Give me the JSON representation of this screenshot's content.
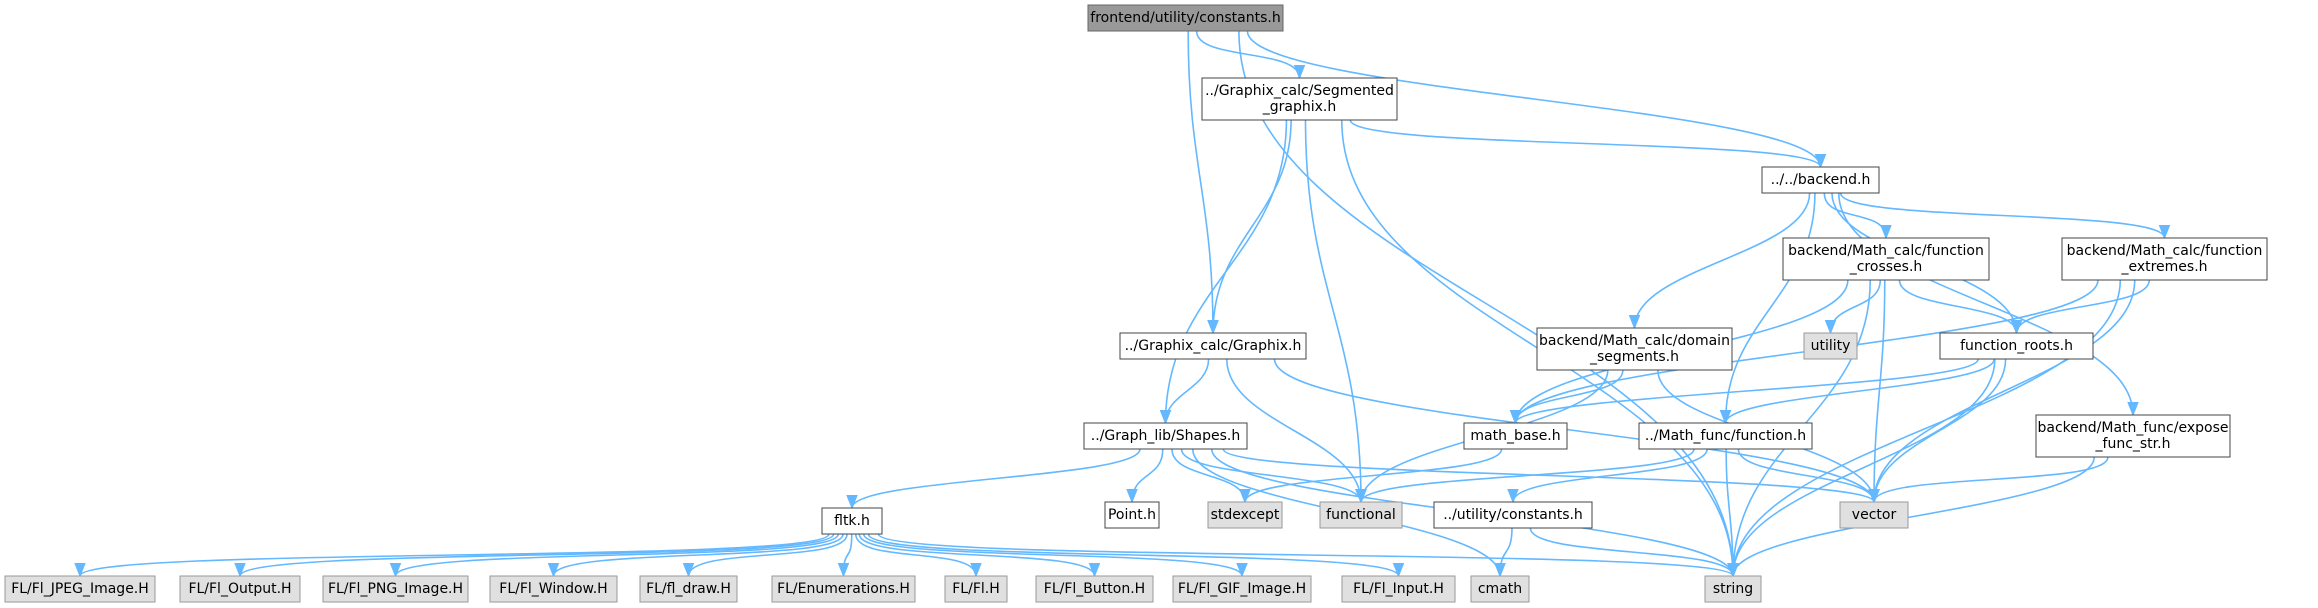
{
  "diagram": {
    "nodes": [
      {
        "id": "root",
        "kind": "root",
        "lines": [
          "frontend/utility/constants.h"
        ]
      },
      {
        "id": "seg",
        "kind": "file",
        "lines": [
          "../Graphix_calc/Segmented",
          "_graphix.h"
        ]
      },
      {
        "id": "backend",
        "kind": "file",
        "lines": [
          "../../backend.h"
        ]
      },
      {
        "id": "crosses",
        "kind": "file",
        "lines": [
          "backend/Math_calc/function",
          "_crosses.h"
        ]
      },
      {
        "id": "extremes",
        "kind": "file",
        "lines": [
          "backend/Math_calc/function",
          "_extremes.h"
        ]
      },
      {
        "id": "graphix",
        "kind": "file",
        "lines": [
          "../Graphix_calc/Graphix.h"
        ]
      },
      {
        "id": "domain",
        "kind": "file",
        "lines": [
          "backend/Math_calc/domain",
          "_segments.h"
        ]
      },
      {
        "id": "utility",
        "kind": "sys",
        "lines": [
          "utility"
        ]
      },
      {
        "id": "roots",
        "kind": "file",
        "lines": [
          "function_roots.h"
        ]
      },
      {
        "id": "shapes",
        "kind": "file",
        "lines": [
          "../Graph_lib/Shapes.h"
        ]
      },
      {
        "id": "mathbase",
        "kind": "file",
        "lines": [
          "math_base.h"
        ]
      },
      {
        "id": "function",
        "kind": "file",
        "lines": [
          "../Math_func/function.h"
        ]
      },
      {
        "id": "expose",
        "kind": "file",
        "lines": [
          "backend/Math_func/expose",
          "_func_str.h"
        ]
      },
      {
        "id": "fltk",
        "kind": "file",
        "lines": [
          "fltk.h"
        ]
      },
      {
        "id": "point",
        "kind": "file",
        "lines": [
          "Point.h"
        ]
      },
      {
        "id": "stdexcept",
        "kind": "sys",
        "lines": [
          "stdexcept"
        ]
      },
      {
        "id": "functional",
        "kind": "sys",
        "lines": [
          "functional"
        ]
      },
      {
        "id": "constants",
        "kind": "file",
        "lines": [
          "../utility/constants.h"
        ]
      },
      {
        "id": "vector",
        "kind": "sys",
        "lines": [
          "vector"
        ]
      },
      {
        "id": "jpeg",
        "kind": "sys",
        "lines": [
          "FL/Fl_JPEG_Image.H"
        ]
      },
      {
        "id": "output",
        "kind": "sys",
        "lines": [
          "FL/Fl_Output.H"
        ]
      },
      {
        "id": "png",
        "kind": "sys",
        "lines": [
          "FL/Fl_PNG_Image.H"
        ]
      },
      {
        "id": "window",
        "kind": "sys",
        "lines": [
          "FL/Fl_Window.H"
        ]
      },
      {
        "id": "draw",
        "kind": "sys",
        "lines": [
          "FL/fl_draw.H"
        ]
      },
      {
        "id": "enums",
        "kind": "sys",
        "lines": [
          "FL/Enumerations.H"
        ]
      },
      {
        "id": "fl",
        "kind": "sys",
        "lines": [
          "FL/Fl.H"
        ]
      },
      {
        "id": "button",
        "kind": "sys",
        "lines": [
          "FL/Fl_Button.H"
        ]
      },
      {
        "id": "gif",
        "kind": "sys",
        "lines": [
          "FL/Fl_GIF_Image.H"
        ]
      },
      {
        "id": "input",
        "kind": "sys",
        "lines": [
          "FL/Fl_Input.H"
        ]
      },
      {
        "id": "cmath",
        "kind": "sys",
        "lines": [
          "cmath"
        ]
      },
      {
        "id": "string",
        "kind": "sys",
        "lines": [
          "string"
        ]
      }
    ],
    "edges": [
      [
        "root",
        "seg"
      ],
      [
        "root",
        "backend"
      ],
      [
        "root",
        "graphix"
      ],
      [
        "root",
        "string"
      ],
      [
        "seg",
        "backend"
      ],
      [
        "seg",
        "graphix"
      ],
      [
        "seg",
        "shapes"
      ],
      [
        "seg",
        "functional"
      ],
      [
        "seg",
        "string"
      ],
      [
        "backend",
        "crosses"
      ],
      [
        "backend",
        "extremes"
      ],
      [
        "backend",
        "domain"
      ],
      [
        "backend",
        "roots"
      ],
      [
        "backend",
        "function"
      ],
      [
        "backend",
        "expose"
      ],
      [
        "crosses",
        "utility"
      ],
      [
        "crosses",
        "roots"
      ],
      [
        "crosses",
        "mathbase"
      ],
      [
        "crosses",
        "vector"
      ],
      [
        "crosses",
        "string"
      ],
      [
        "extremes",
        "roots"
      ],
      [
        "extremes",
        "mathbase"
      ],
      [
        "extremes",
        "vector"
      ],
      [
        "extremes",
        "string"
      ],
      [
        "graphix",
        "shapes"
      ],
      [
        "graphix",
        "functional"
      ],
      [
        "graphix",
        "vector"
      ],
      [
        "domain",
        "mathbase"
      ],
      [
        "domain",
        "functional"
      ],
      [
        "domain",
        "vector"
      ],
      [
        "roots",
        "mathbase"
      ],
      [
        "roots",
        "function"
      ],
      [
        "roots",
        "vector"
      ],
      [
        "roots",
        "string"
      ],
      [
        "shapes",
        "fltk"
      ],
      [
        "shapes",
        "point"
      ],
      [
        "shapes",
        "stdexcept"
      ],
      [
        "shapes",
        "functional"
      ],
      [
        "shapes",
        "vector"
      ],
      [
        "shapes",
        "string"
      ],
      [
        "shapes",
        "cmath"
      ],
      [
        "mathbase",
        "stdexcept"
      ],
      [
        "function",
        "functional"
      ],
      [
        "function",
        "constants"
      ],
      [
        "function",
        "vector"
      ],
      [
        "function",
        "string"
      ],
      [
        "expose",
        "vector"
      ],
      [
        "expose",
        "string"
      ],
      [
        "constants",
        "cmath"
      ],
      [
        "constants",
        "string"
      ],
      [
        "fltk",
        "jpeg"
      ],
      [
        "fltk",
        "output"
      ],
      [
        "fltk",
        "png"
      ],
      [
        "fltk",
        "window"
      ],
      [
        "fltk",
        "draw"
      ],
      [
        "fltk",
        "enums"
      ],
      [
        "fltk",
        "fl"
      ],
      [
        "fltk",
        "button"
      ],
      [
        "fltk",
        "gif"
      ],
      [
        "fltk",
        "input"
      ],
      [
        "fltk",
        "string"
      ]
    ]
  }
}
